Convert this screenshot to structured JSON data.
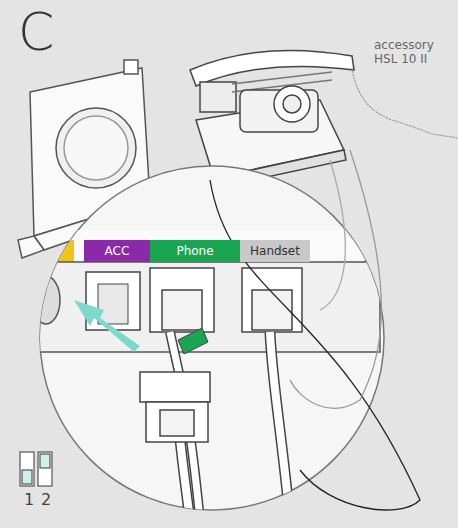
{
  "diagram": {
    "title": "C",
    "nodes": [
      {
        "text": [
          "ACC"
        ]
      },
      {
        "text": [
          "Phone"
        ]
      },
      {
        "text": [
          "Handset"
        ]
      }
    ],
    "labels": [
      "accessory HSL 10 II",
      "1",
      "2"
    ]
  }
}
